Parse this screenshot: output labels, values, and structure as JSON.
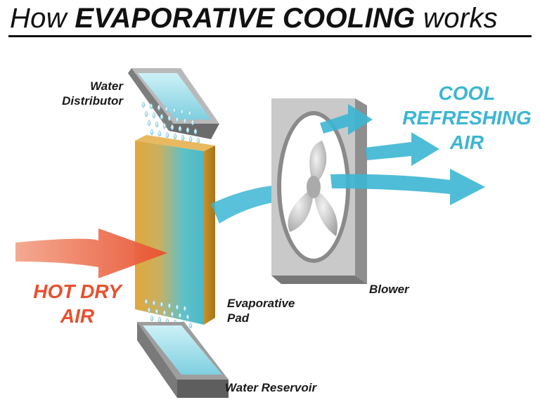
{
  "title": {
    "prefix": "How",
    "emphasis": "EVAPORATIVE COOLING",
    "suffix": "works"
  },
  "labels": {
    "water_distributor_line1": "Water",
    "water_distributor_line2": "Distributor",
    "blower": "Blower",
    "evaporative_pad_line1": "Evaporative",
    "evaporative_pad_line2": "Pad",
    "water_reservoir": "Water Reservoir",
    "cool_line1": "COOL",
    "cool_line2": "REFRESHING",
    "cool_line3": "AIR",
    "hot_line1": "HOT DRY",
    "hot_line2": "AIR"
  },
  "colors": {
    "hot_air": "#e85a3a",
    "cool_air": "#3cb6d3",
    "water": "#a8e3ee",
    "pad": "#d9a43a",
    "metal": "#9a9a9a"
  }
}
